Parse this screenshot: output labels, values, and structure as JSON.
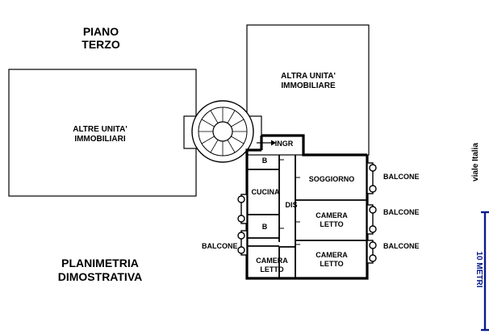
{
  "title": {
    "line1": "PIANO",
    "line2": "TERZO"
  },
  "caption": {
    "line1": "PLANIMETRIA",
    "line2": "DIMOSTRATIVA"
  },
  "units": {
    "left": {
      "line1": "ALTRE UNITA'",
      "line2": "IMMOBILIARI"
    },
    "top": {
      "line1": "ALTRA UNITA'",
      "line2": "IMMOBILIARE"
    }
  },
  "rooms": {
    "ingr": "INGR",
    "b_top": "B",
    "cucina": "CUCINA",
    "dis": "DIS",
    "b_bottom": "B",
    "soggiorno": "SOGGIORNO",
    "camera_right": {
      "line1": "CAMERA",
      "line2": "LETTO"
    },
    "camera_low_left": {
      "line1": "CAMERA",
      "line2": "LETTO"
    },
    "camera_low_right": {
      "line1": "CAMERA",
      "line2": "LETTO"
    }
  },
  "balconies": {
    "right_top": "BALCONE",
    "right_middle": "BALCONE",
    "right_bottom": "BALCONE",
    "left": "BALCONE"
  },
  "street": "viale Italia",
  "scale": {
    "label": "10 METRI",
    "color": "#0a1c8c"
  }
}
